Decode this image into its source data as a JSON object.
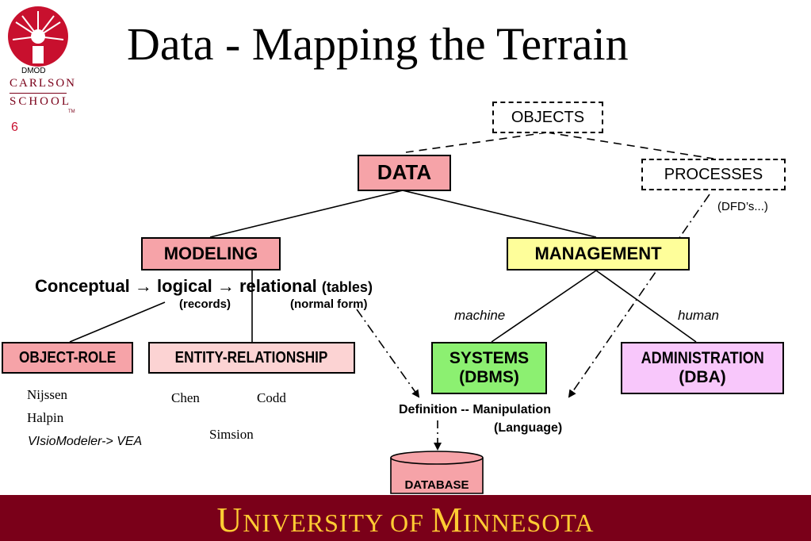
{
  "slide": {
    "title": "Data - Mapping the Terrain",
    "page_number": "6",
    "logo": {
      "tag": "DMOD",
      "line1": "CARLSON",
      "line2": "SCHOOL",
      "tm": "TM"
    },
    "footer": {
      "u": "U",
      "niversity": "NIVERSITY",
      "of": " OF ",
      "m": "M",
      "innesota": "INNESOTA"
    }
  },
  "diagram": {
    "objects": "OBJECTS",
    "data": "DATA",
    "processes": "PROCESSES",
    "dfds": "(DFD’s...)",
    "modeling": "MODELING",
    "management": "MANAGEMENT",
    "conceptual_line": {
      "conceptual": "Conceptual",
      "arrow1": "→",
      "logical": "logical",
      "arrow2": "→",
      "relational": "relational",
      "tables": "(tables)"
    },
    "records": "(records)",
    "normal_form": "(normal form)",
    "machine": "machine",
    "human": "human",
    "object_role": "OBJECT-ROLE",
    "entity_relationship": "ENTITY-RELATIONSHIP",
    "systems": {
      "line1": "SYSTEMS",
      "line2": "(DBMS)"
    },
    "administration": {
      "line1": "ADMINISTRATION",
      "line2": "(DBA)"
    },
    "object_role_names": [
      "Nijssen",
      "Halpin"
    ],
    "visio": "VIsioModeler-> VEA",
    "er_names": {
      "chen": "Chen",
      "codd": "Codd",
      "simsion": "Simsion"
    },
    "definition_line1": "Definition -- Manipulation",
    "definition_line2": "(Language)",
    "database": "DATABASE"
  },
  "colors": {
    "maroon": "#7a0019",
    "gold": "#ffcc33",
    "pink": "#f6a3a8",
    "yellow": "#fefe9a",
    "green": "#8cf071",
    "violet": "#f8c7fb"
  }
}
